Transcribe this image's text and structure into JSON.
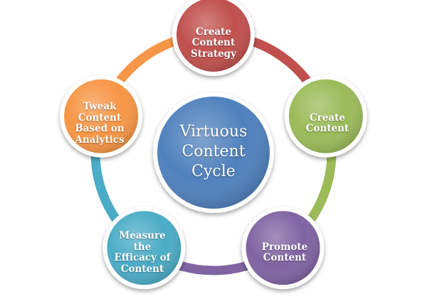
{
  "center": {
    "lines": [
      "Virtuous",
      "Content",
      "Cycle"
    ],
    "color": "#4f81bd"
  },
  "steps": [
    {
      "lines": [
        "Create",
        "Content",
        "Strategy"
      ],
      "color": "#c0504d"
    },
    {
      "lines": [
        "Create",
        "Content"
      ],
      "color": "#9bbb59"
    },
    {
      "lines": [
        "Promote",
        "Content"
      ],
      "color": "#8064a2"
    },
    {
      "lines": [
        "Measure",
        "the",
        "Efficacy of",
        "Content"
      ],
      "color": "#4bacc6"
    },
    {
      "lines": [
        "Tweak",
        "Content",
        "Based on",
        "Analytics"
      ],
      "color": "#f79646"
    }
  ]
}
